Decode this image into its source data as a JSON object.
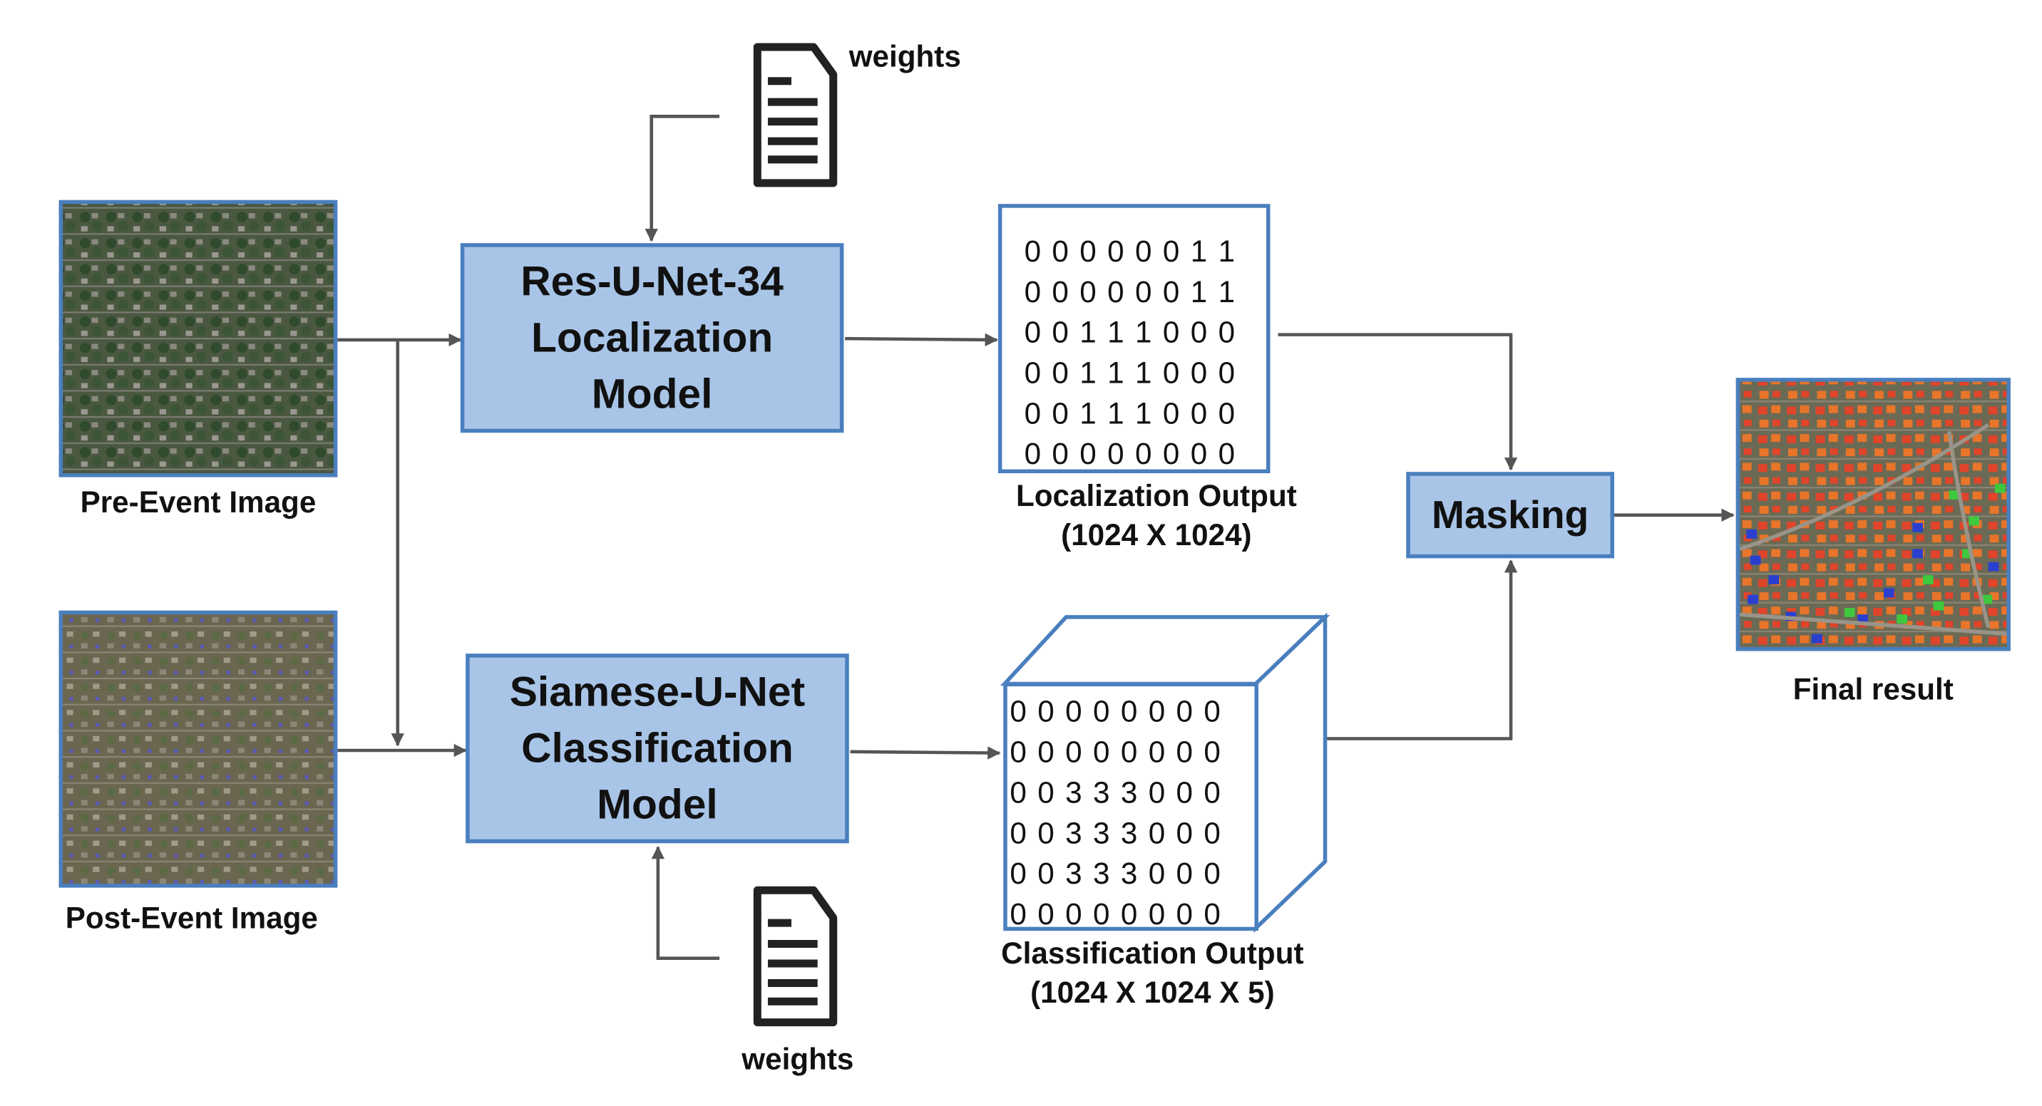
{
  "inputs": {
    "pre_event_label": "Pre-Event Image",
    "post_event_label": "Post-Event Image"
  },
  "models": {
    "localization": {
      "line1": "Res-U-Net-34",
      "line2": "Localization",
      "line3": "Model"
    },
    "classification": {
      "line1": "Siamese-U-Net",
      "line2": "Classification",
      "line3": "Model"
    }
  },
  "weights": {
    "top_label": "weights",
    "bottom_label": "weights"
  },
  "localization_output": {
    "rows": [
      "0 0 0 0 0 0 1 1",
      "0 0 0 0 0 0 1 1",
      "0 0 1 1 1 0 0 0",
      "0 0 1 1 1 0 0 0",
      "0 0 1 1 1 0 0 0",
      "0 0 0 0 0 0 0 0"
    ],
    "label": "Localization Output",
    "dims": "(1024 X 1024)"
  },
  "classification_output": {
    "rows": [
      "0 0 0 0 0 0 0 0",
      "0 0 0 0 0 0 0 0",
      "0 0 3 3 3 0 0 0",
      "0 0 3 3 3 0 0 0",
      "0 0 3 3 3 0 0 0",
      "0 0 0 0 0 0 0 0"
    ],
    "label": "Classification Output",
    "dims": "(1024 X 1024 X 5)"
  },
  "masking": {
    "label": "Masking"
  },
  "final": {
    "label": "Final result"
  },
  "colors": {
    "box_fill": "#a8c5e8",
    "box_border": "#4a7fbe",
    "arrow": "#555555",
    "damage_red": "#e0442a",
    "damage_orange": "#e8752a",
    "no_damage_green": "#3ec83e",
    "blue_marker": "#2a3fd0"
  }
}
